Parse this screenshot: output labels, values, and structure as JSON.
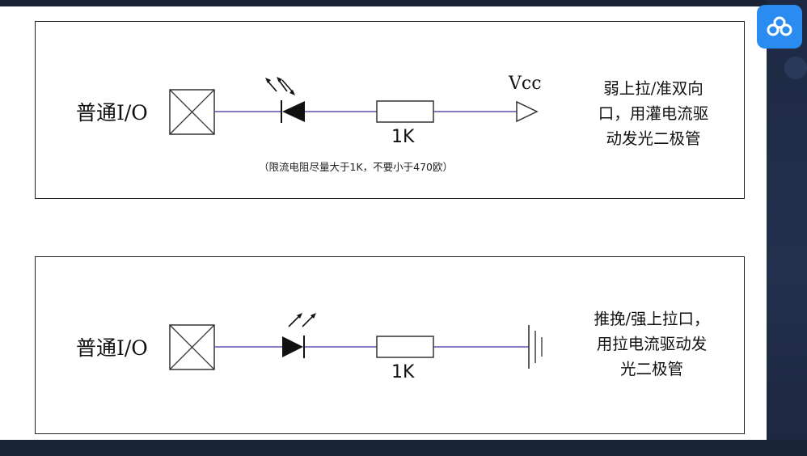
{
  "diagram1": {
    "io_label": "普通I/O",
    "resistor_label": "1K",
    "vcc_label": "Vcc",
    "note": "（限流电阻尽量大于1K，不要小于470欧）",
    "description": [
      "弱上拉/准双向",
      "口，用灌电流驱",
      "动发光二极管"
    ]
  },
  "diagram2": {
    "io_label": "普通I/O",
    "resistor_label": "1K",
    "description": [
      "推挽/强上拉口，",
      "用拉电流驱动发",
      "光二极管"
    ]
  },
  "colors": {
    "wire": "#5a4fb0",
    "background_frame": "#1d2b45",
    "cloud_button": "#2a8cf0"
  },
  "icons": {
    "cloud_button": "cloud-link-icon"
  }
}
